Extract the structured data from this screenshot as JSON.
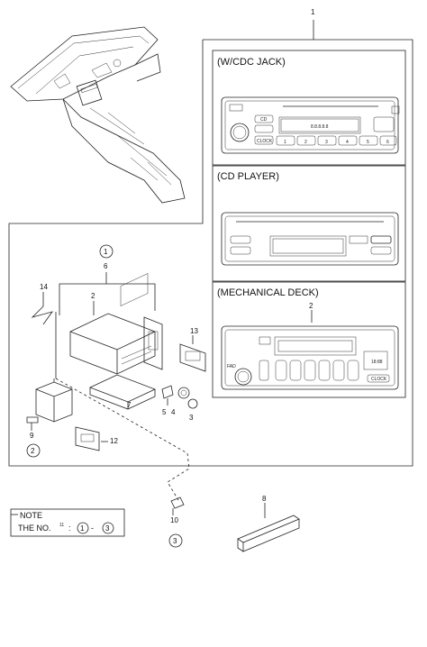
{
  "sections": {
    "cdc_jack": "(W/CDC JACK)",
    "cd_player": "(CD PLAYER)",
    "mechanical_deck": "(MECHANICAL DECK)"
  },
  "callouts": {
    "c1": "1",
    "c2_top": "2",
    "c2_mid": "2",
    "c3": "3",
    "c4": "4",
    "c5": "5",
    "c6": "6",
    "c7": "7",
    "c8": "8",
    "c9": "9",
    "c10": "10",
    "c11": "11",
    "c12": "12",
    "c13": "13",
    "c14": "14"
  },
  "circled": {
    "one": "1",
    "two": "2",
    "three": "3",
    "note_one": "1",
    "note_three": "3"
  },
  "note": {
    "title": "NOTE",
    "prefix": "THE NO.",
    "colon": ":",
    "dash": "-"
  },
  "cdc_buttons": [
    "1",
    "2",
    "3",
    "4",
    "5",
    "6"
  ],
  "cdc_text": {
    "cd": "CD",
    "clock": "CLOCK",
    "disp": "8.8.8.8.8"
  },
  "mech_text": {
    "clock": "CLOCK",
    "fad": "FAD",
    "disp": "18:88"
  }
}
